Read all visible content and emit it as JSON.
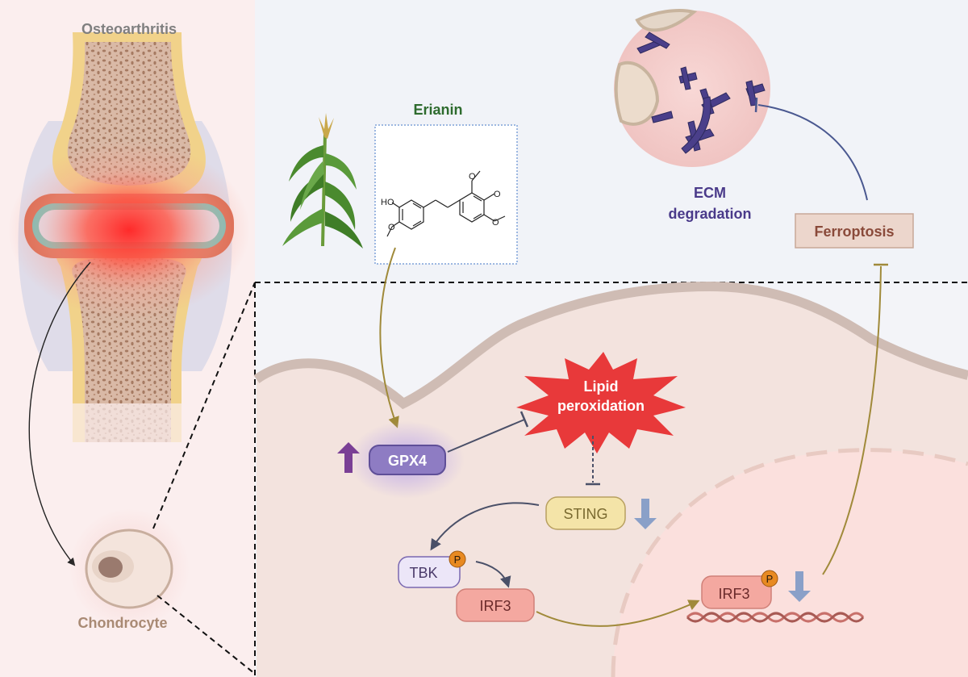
{
  "labels": {
    "osteoarthritis": "Osteoarthritis",
    "chondrocyte": "Chondrocyte",
    "erianin": "Erianin",
    "ecm_line1": "ECM",
    "ecm_line2": "degradation",
    "ferroptosis": "Ferroptosis",
    "lipid_line1": "Lipid",
    "lipid_line2": "peroxidation",
    "gpx4": "GPX4",
    "sting": "STING",
    "tbk": "TBK",
    "irf3_cyto": "IRF3",
    "irf3_nuc": "IRF3",
    "phospho": "P",
    "chem_ho": "HO"
  },
  "colors": {
    "erianin_title": "#2e6b2e",
    "ecm_title": "#4a3a8a",
    "ferroptosis_text": "#8a4a3a",
    "gpx4_box": "#8e7cc3",
    "sting_box": "#f4e4a8",
    "irf3_box": "#f4a8a0",
    "tbk_box": "#ece6f8",
    "burst": "#e8393a",
    "up_arrow": "#7a3f95",
    "down_arrow": "#8aa0c8",
    "activation_arrow": "#a08a3a",
    "inhibition_line": "#4a5068"
  },
  "icons": {
    "up": "up-arrow-icon",
    "down": "down-arrow-icon"
  }
}
